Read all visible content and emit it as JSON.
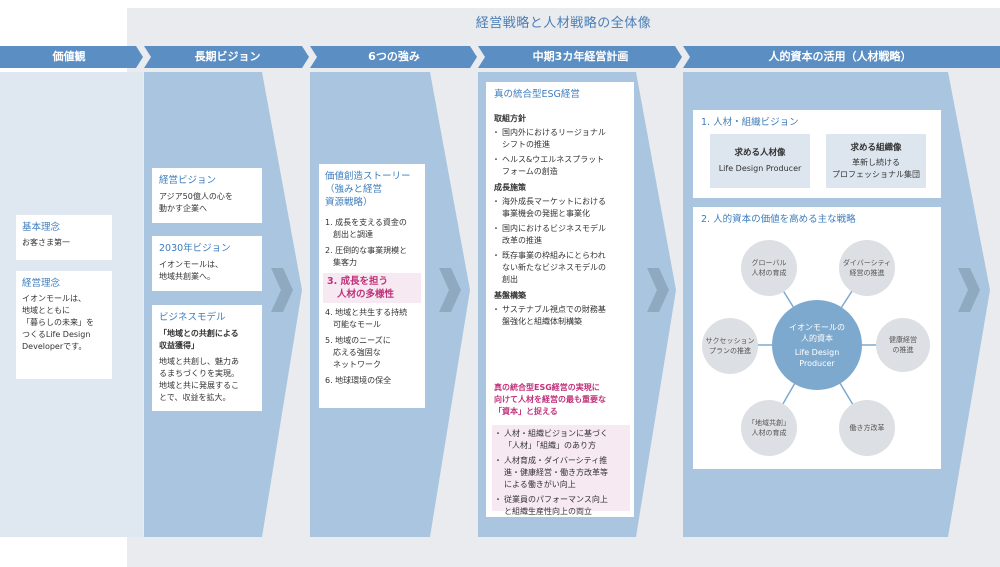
{
  "title": "経営戦略と人材戦略の全体像",
  "headers": {
    "values": "価値観",
    "vision": "長期ビジョン",
    "strengths": "6つの強み",
    "midplan": "中期3カ年経営計画",
    "hr": "人的資本の活用（人材戦略）"
  },
  "values_col": {
    "basic_title": "基本理念",
    "basic_text": "お客さま第一",
    "mgmt_title": "経営理念",
    "mgmt_text": [
      "イオンモールは、",
      "地域とともに",
      "「暮らしの未来」を",
      "つくるLife Design",
      "Developerです。"
    ]
  },
  "vision_col": {
    "card1_title": "経営ビジョン",
    "card1_text": [
      "アジア50億人の心を",
      "動かす企業へ"
    ],
    "card2_title": "2030年ビジョン",
    "card2_text": [
      "イオンモールは、",
      "地域共創業へ。"
    ],
    "card3_title": "ビジネスモデル",
    "card3_sub": [
      "「地域との共創による",
      "収益獲得」"
    ],
    "card3_text": [
      "地域と共創し、魅力あ",
      "るまちづくりを実現。",
      "地域と共に発展するこ",
      "とで、収益を拡大。"
    ]
  },
  "strengths_col": {
    "title": [
      "価値創造ストーリー",
      "（強みと経営",
      "資源戦略）"
    ],
    "items": [
      [
        "1. 成長を支える資金の",
        "創出と調達"
      ],
      [
        "2. 圧倒的な事業規模と",
        "集客力"
      ],
      [
        "3. 成長を担う",
        "人材の多様性"
      ],
      [
        "4. 地域と共生する持続",
        "可能なモール"
      ],
      [
        "5. 地域のニーズに",
        "応える強固な",
        "ネットワーク"
      ],
      [
        "6. 地球環境の保全"
      ]
    ]
  },
  "midplan_col": {
    "title": "真の統合型ESG経営",
    "sec1_title": "取組方針",
    "sec1_items": [
      [
        "国内外におけるリージョナル",
        "シフトの推進"
      ],
      [
        "ヘルス&ウエルネスプラット",
        "フォームの創造"
      ]
    ],
    "sec2_title": "成長施策",
    "sec2_items": [
      [
        "海外成長マーケットにおける",
        "事業機会の発掘と事業化"
      ],
      [
        "国内におけるビジネスモデル",
        "改革の推進"
      ],
      [
        "既存事業の枠組みにとらわれ",
        "ない新たなビジネスモデルの",
        "創出"
      ]
    ],
    "sec3_title": "基盤構築",
    "sec3_items": [
      [
        "サステナブル視点での財務基",
        "盤強化と組織体制構築"
      ]
    ],
    "pink_title": [
      "真の統合型ESG経営の実現に",
      "向けて人材を経営の最も重要な",
      "「資本」と捉える"
    ],
    "pink_items": [
      [
        "人材・組織ビジョンに基づく",
        "「人材」「組織」のあり方"
      ],
      [
        "人材育成・ダイバーシティ推",
        "進・健康経営・働き方改革等",
        "による働きがい向上"
      ],
      [
        "従業員のパフォーマンス向上",
        "と組織生産性向上の両立"
      ]
    ]
  },
  "hr_col": {
    "vision_title": "1. 人材・組織ビジョン",
    "box1_title": "求める人材像",
    "box1_text": "Life Design Producer",
    "box2_title": "求める組織像",
    "box2_text": [
      "革新し続ける",
      "プロフェッショナル集団"
    ],
    "strategy_title": "2. 人的資本の価値を高める主な戦略",
    "center": [
      "イオンモールの",
      "人的資本",
      "Life Design",
      "Producer"
    ],
    "hubs": {
      "global": [
        "グローバル",
        "人材の育成"
      ],
      "diversity": [
        "ダイバーシティ",
        "経営の推進"
      ],
      "health": [
        "健康経営",
        "の推進"
      ],
      "work": [
        "働き方改革"
      ],
      "regional": [
        "「地域共創」",
        "人材の育成"
      ],
      "succession": [
        "サクセッション",
        "プランの推進"
      ]
    }
  },
  "colors": {
    "arrow_blue": "#a9c5df",
    "header_blue": "#5b8fc4",
    "chevron": "#7fa3c6",
    "pink_bg": "#f6e9f1",
    "pink_text": "#c0327a"
  }
}
